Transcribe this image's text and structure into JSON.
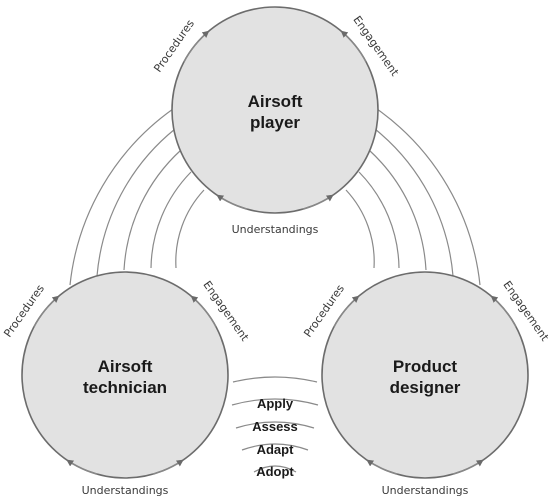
{
  "nodes": {
    "player": {
      "line1": "Airsoft",
      "line2": "player"
    },
    "technician": {
      "line1": "Airsoft",
      "line2": "technician"
    },
    "designer": {
      "line1": "Product",
      "line2": "designer"
    }
  },
  "node_labels": {
    "procedures": "Procedures",
    "engagement": "Engagement",
    "understandings": "Understandings"
  },
  "flows": [
    "Apply",
    "Assess",
    "Adapt",
    "Adopt"
  ],
  "colors": {
    "node_fill": "#e2e2e2",
    "node_stroke": "#6c6c6c",
    "arc": "#8a8a8a"
  }
}
